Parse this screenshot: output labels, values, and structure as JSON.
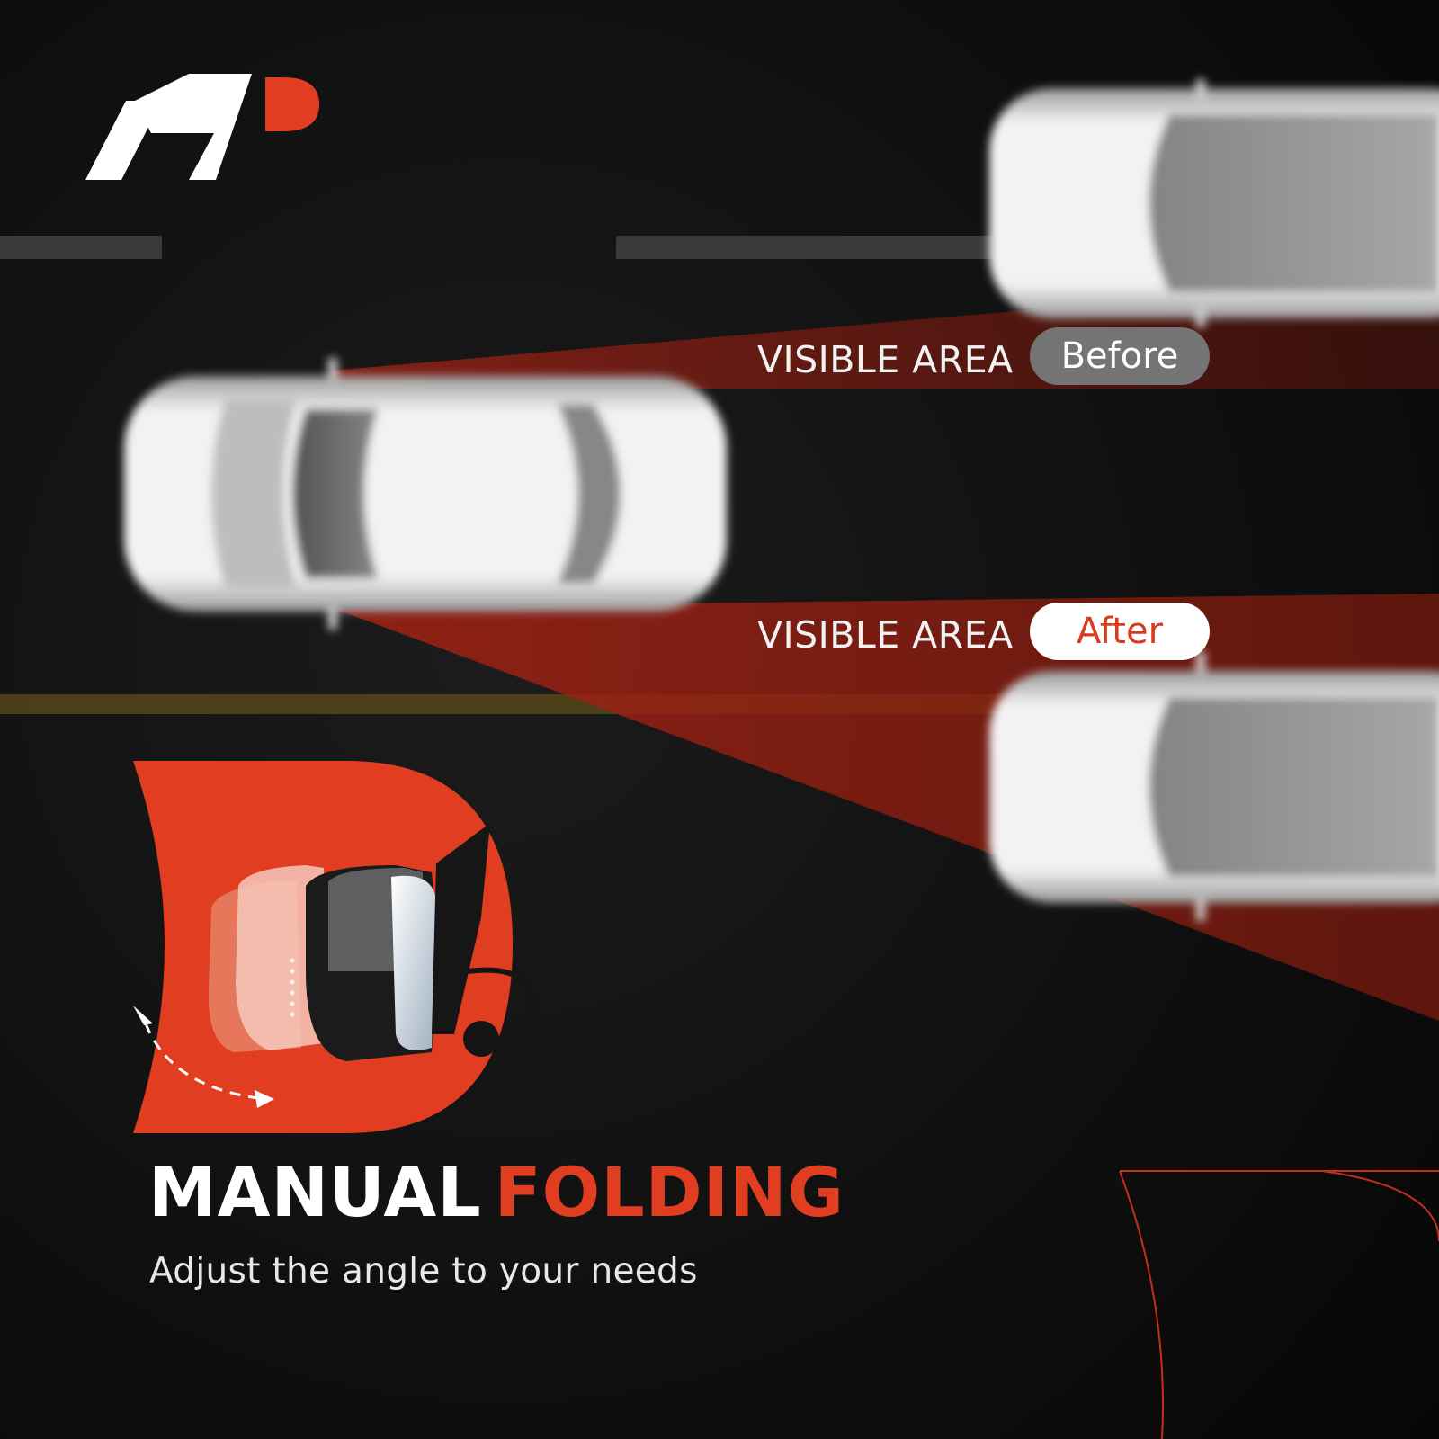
{
  "brand": {
    "logo_icon": "ap-logo-icon",
    "accent_color": "#e13d21"
  },
  "scene": {
    "road_color": "#0c0c0c",
    "lane_marking_color": "#3a3a3a",
    "center_line_color": "#6b5418",
    "car_color": "#e6e6e6",
    "beam_color": "#c0281a"
  },
  "labels": {
    "before": {
      "caption": "VISIBLE AREA",
      "pill": "Before",
      "pill_color": "#747474"
    },
    "after": {
      "caption": "VISIBLE AREA",
      "pill": "After",
      "pill_color": "#ffffff"
    }
  },
  "feature": {
    "title_part1": "MANUAL",
    "title_part2": "FOLDING",
    "subtitle": "Adjust the angle to your needs",
    "icons": [
      "mirror-icon",
      "fold-arrow-icon"
    ]
  }
}
